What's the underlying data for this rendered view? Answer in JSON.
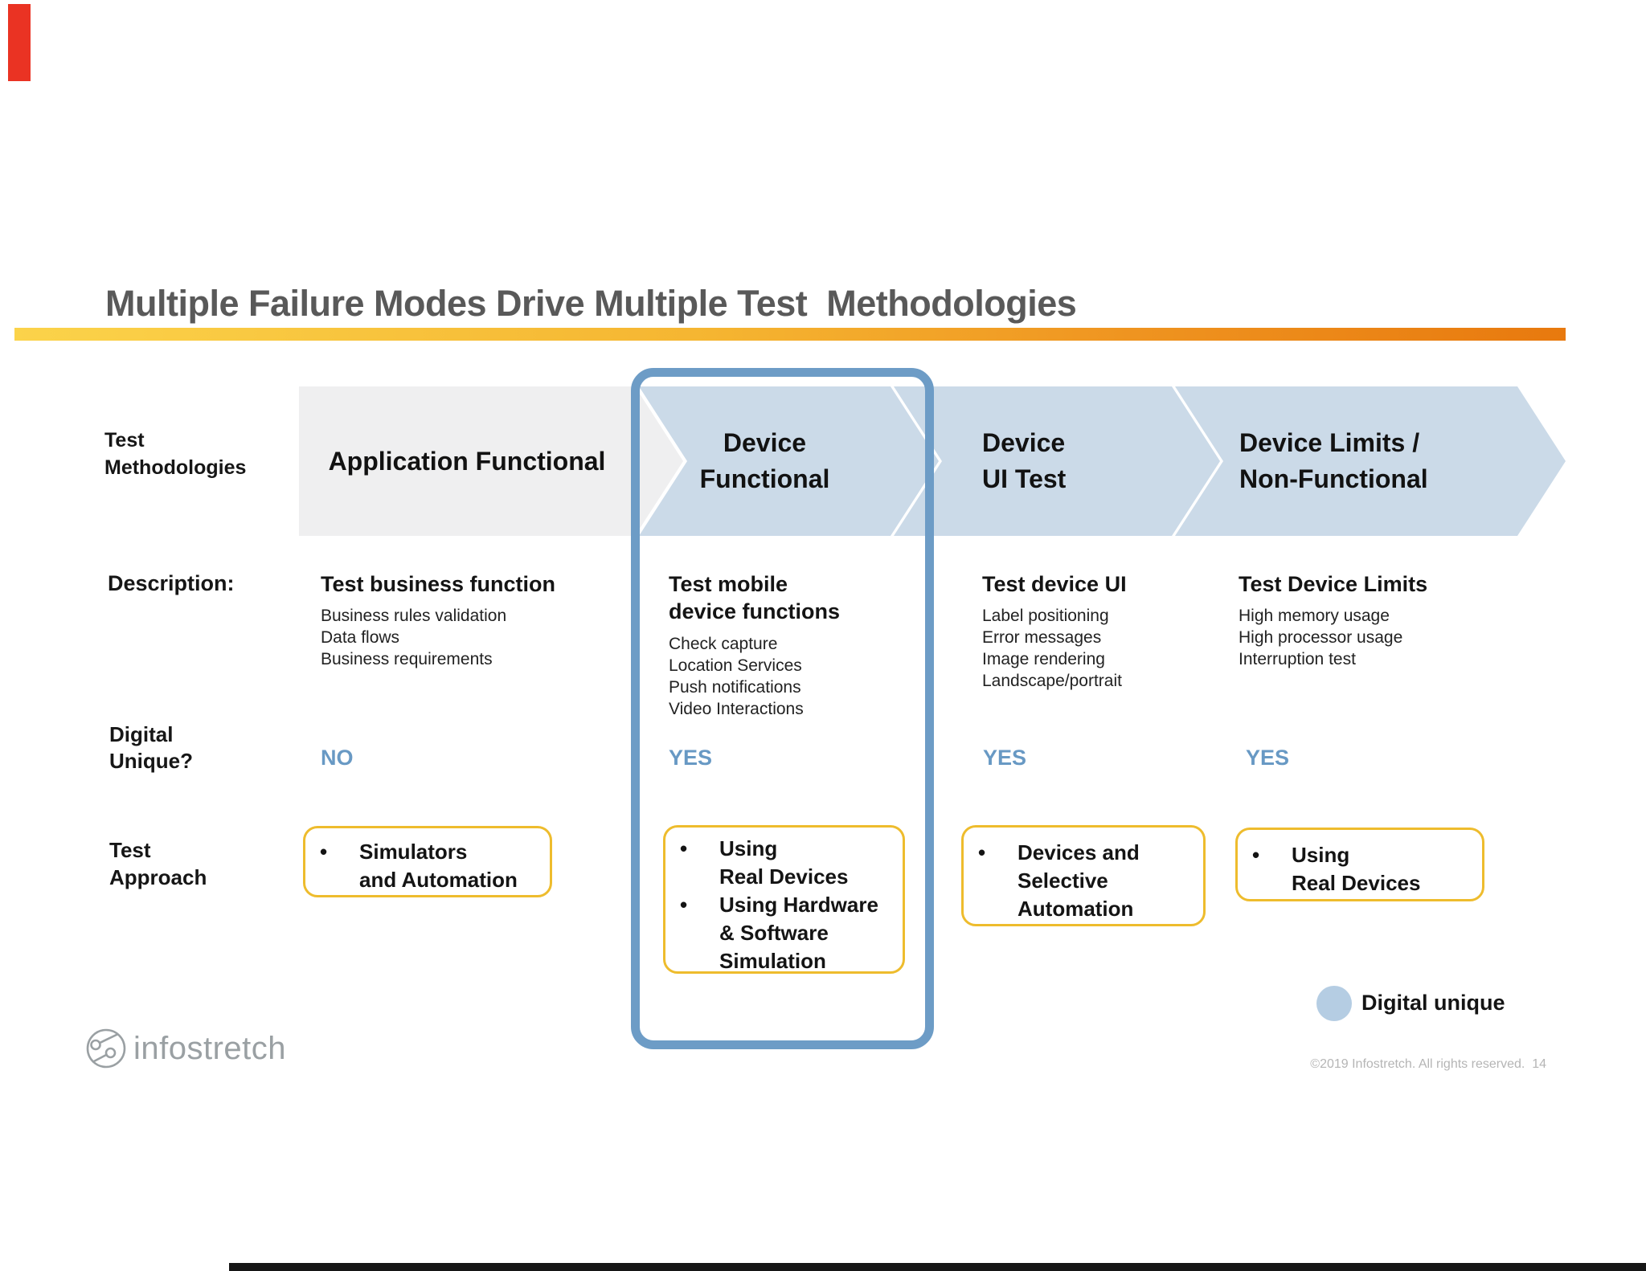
{
  "title": "Multiple Failure Modes Drive Multiple Test  Methodologies",
  "row_labels": {
    "methodologies": "Test\nMethodologies",
    "description": "Description:",
    "digital": "Digital\nUnique?",
    "approach": "Test\nApproach"
  },
  "chevrons": [
    {
      "label": "Application Functional"
    },
    {
      "label": "Device\nFunctional"
    },
    {
      "label": "Device\nUI Test"
    },
    {
      "label": "Device Limits /\nNon-Functional"
    }
  ],
  "columns": [
    {
      "heading": "Test business function",
      "items": [
        "Business rules validation",
        "Data flows",
        "Business requirements"
      ],
      "digital_unique": "NO",
      "approach": [
        "Simulators\nand Automation"
      ]
    },
    {
      "heading": "Test mobile\ndevice functions",
      "items": [
        "Check capture",
        "Location Services",
        "Push notifications",
        "Video Interactions"
      ],
      "digital_unique": "YES",
      "approach": [
        "Using\nReal Devices",
        "Using Hardware\n& Software\nSimulation"
      ],
      "highlighted": true
    },
    {
      "heading": "Test device UI",
      "items": [
        "Label positioning",
        "Error messages",
        "Image rendering",
        "Landscape/portrait"
      ],
      "digital_unique": "YES",
      "approach": [
        "Devices and\nSelective\nAutomation"
      ]
    },
    {
      "heading": "Test Device Limits",
      "items": [
        "High memory usage",
        "High processor usage",
        "Interruption test"
      ],
      "digital_unique": "YES",
      "approach": [
        "Using\nReal Devices"
      ]
    }
  ],
  "legend": {
    "label": "Digital unique"
  },
  "footer": {
    "brand": "infostretch",
    "copyright": "©2019 Infostretch. All rights reserved.",
    "page_number": "14"
  },
  "colors": {
    "title_gray": "#595959",
    "bar_gradient_start": "#fbd34a",
    "bar_gradient_end": "#e8790e",
    "chevron_gray": "#efeff0",
    "chevron_blue": "#cbdae8",
    "highlight_border": "#6d9cc6",
    "approach_border": "#eebc2d",
    "digital_value_blue": "#6899c4",
    "legend_circle": "#b5cde3",
    "red_marker": "#ea3323"
  }
}
